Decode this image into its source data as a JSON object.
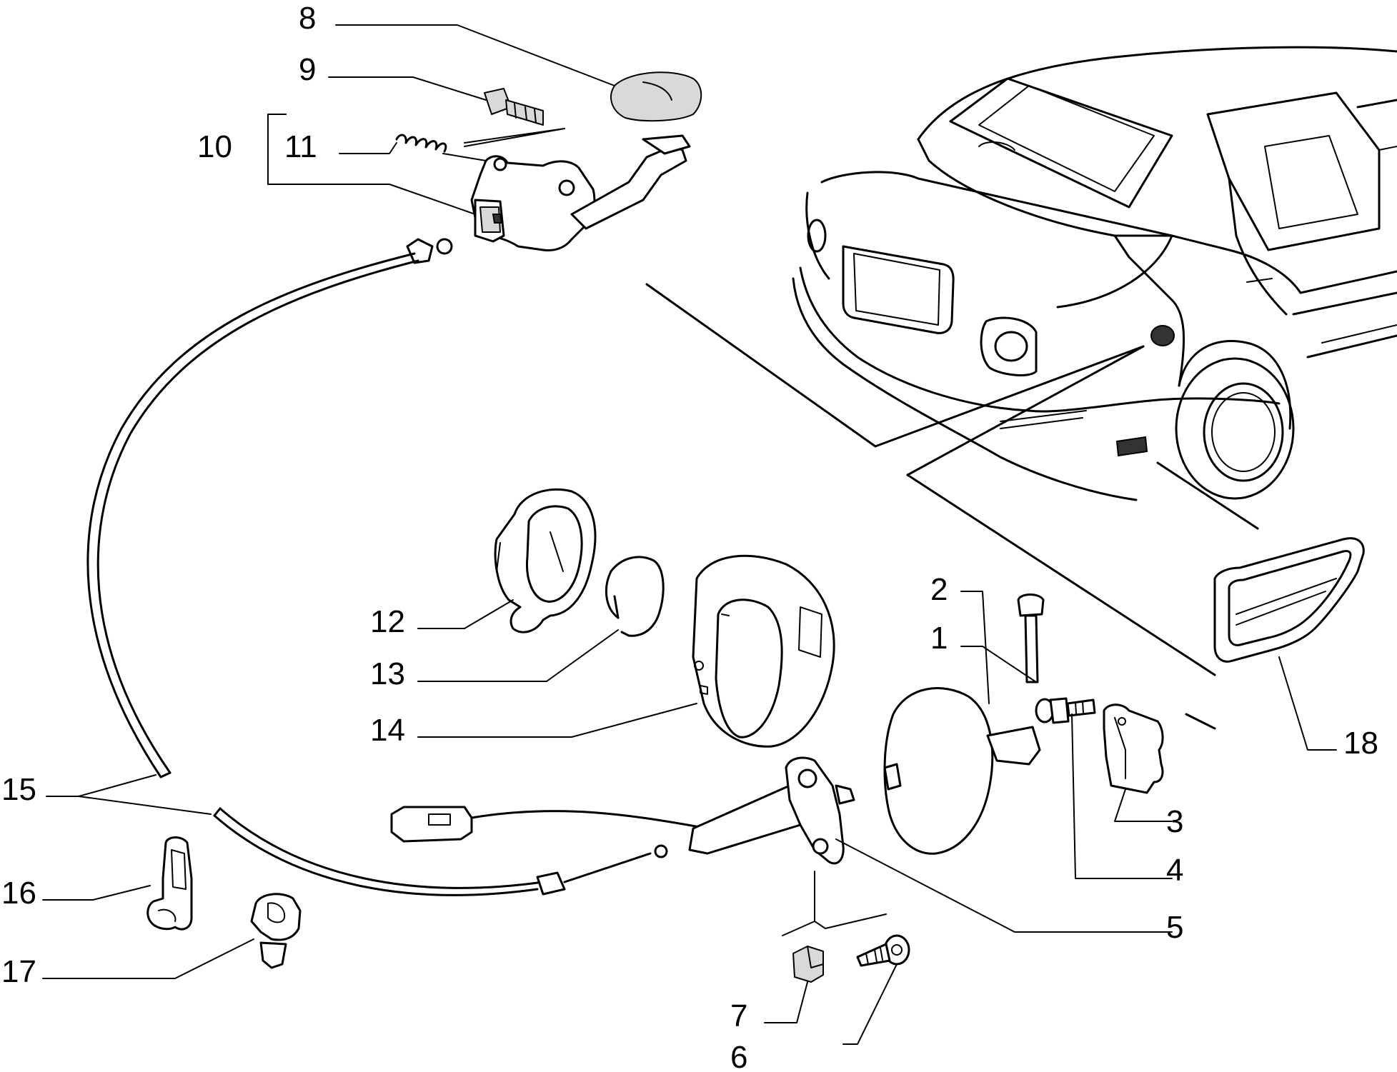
{
  "callouts": {
    "c1": "1",
    "c2": "2",
    "c3": "3",
    "c4": "4",
    "c5": "5",
    "c6": "6",
    "c7": "7",
    "c8": "8",
    "c9": "9",
    "c10": "10",
    "c11": "11",
    "c12": "12",
    "c13": "13",
    "c14": "14",
    "c15": "15",
    "c16": "16",
    "c17": "17",
    "c18": "18"
  },
  "colors": {
    "line": "#000000",
    "background": "#ffffff",
    "shade": "#d9d9d9"
  }
}
